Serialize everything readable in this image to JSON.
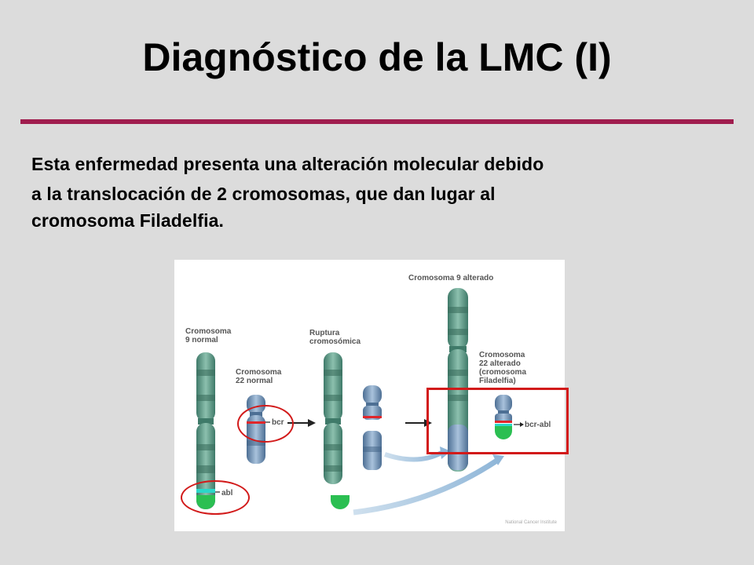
{
  "slide": {
    "title": "Diagnóstico de la LMC (I)",
    "body_lines": [
      "Esta enfermedad presenta una alteración molecular debido",
      "a la translocación de 2 cromosomas, que dan lugar al",
      "cromosoma Filadelfia."
    ],
    "accent_color": "#a01d4e"
  },
  "figure": {
    "labels": {
      "chrom9_normal": "Cromosoma\n9 normal",
      "chrom22_normal": "Cromosoma\n22 normal",
      "rupture": "Ruptura\ncromosómica",
      "chrom9_altered": "Cromosoma 9 alterado",
      "chrom22_altered": "Cromosoma\n22 alterado\n(cromosoma\nFiladelfia)",
      "bcr": "bcr",
      "abl": "abl",
      "bcr_abl": "bcr-abl",
      "credit": "National Cancer Institute"
    },
    "colors": {
      "chrom9": "#5e9a88",
      "chrom22": "#6e90b4",
      "abl": "#2bd7c8",
      "green_tip": "#2bbf52",
      "bcr": "#e0262b",
      "highlight": "#d21a1a"
    }
  }
}
